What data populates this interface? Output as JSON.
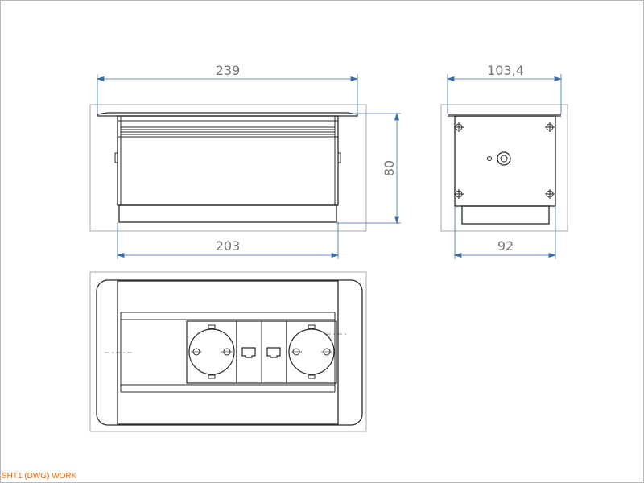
{
  "sheet": {
    "label": "SHT1 (DWG) WORK"
  },
  "colors": {
    "line": "#2a2a2a",
    "dimension": "#3a6ea5",
    "dimension_text": "#777777",
    "frame": "#aaaaaa",
    "sheet_label": "#ff6600"
  },
  "dimensions": {
    "front_width": "239",
    "front_inner_width": "203",
    "front_height": "80",
    "side_width": "103,4",
    "side_inner_width": "92"
  }
}
